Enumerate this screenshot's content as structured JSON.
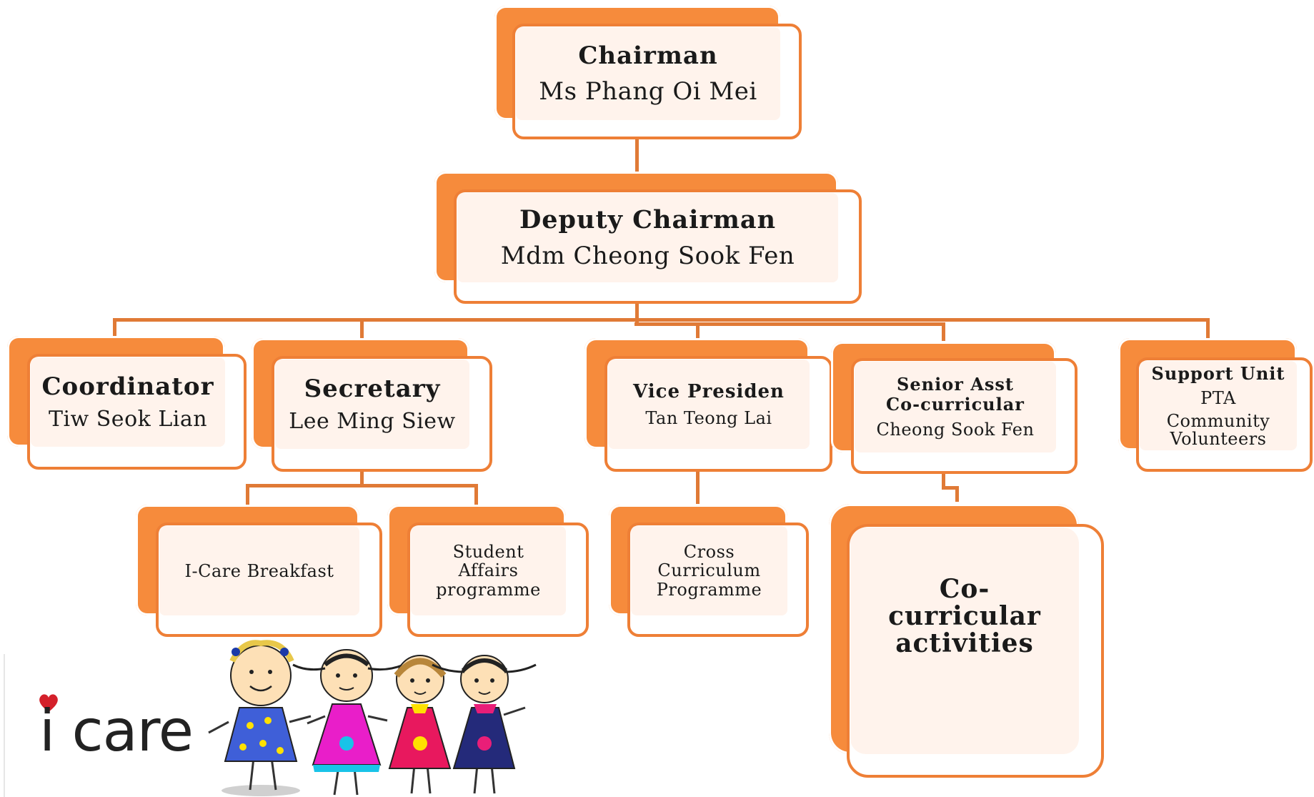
{
  "colors": {
    "box_fill": "#f68b3c",
    "box_border": "#ee7f36",
    "box_inner": "#fff3ec",
    "connector": "#e07a36"
  },
  "org_chart": {
    "chairman": {
      "role": "Chairman",
      "name": "Ms Phang Oi Mei"
    },
    "deputy": {
      "role": "Deputy Chairman",
      "name": "Mdm Cheong Sook Fen"
    },
    "coordinator": {
      "role": "Coordinator",
      "name": "Tiw Seok Lian"
    },
    "secretary": {
      "role": "Secretary",
      "name": "Lee Ming Siew"
    },
    "vice": {
      "role": "Vice Presiden",
      "name": "Tan Teong Lai"
    },
    "senior": {
      "role": "Senior Asst Co-curricular",
      "name": "Cheong Sook Fen"
    },
    "support": {
      "role": "Support Unit",
      "line1": "PTA",
      "line2": "Community Volunteers"
    },
    "icare_breakfast": {
      "label": "I-Care Breakfast"
    },
    "student_affairs": {
      "label": "Student Affairs programme"
    },
    "cross_curriculum": {
      "label": "Cross Curriculum Programme"
    },
    "cocurricular": {
      "label": "Co-curricular activities"
    }
  },
  "logo": {
    "text": "i care",
    "icon": "heart-icon"
  },
  "illustration": {
    "icon": "four-girls-illustration"
  }
}
